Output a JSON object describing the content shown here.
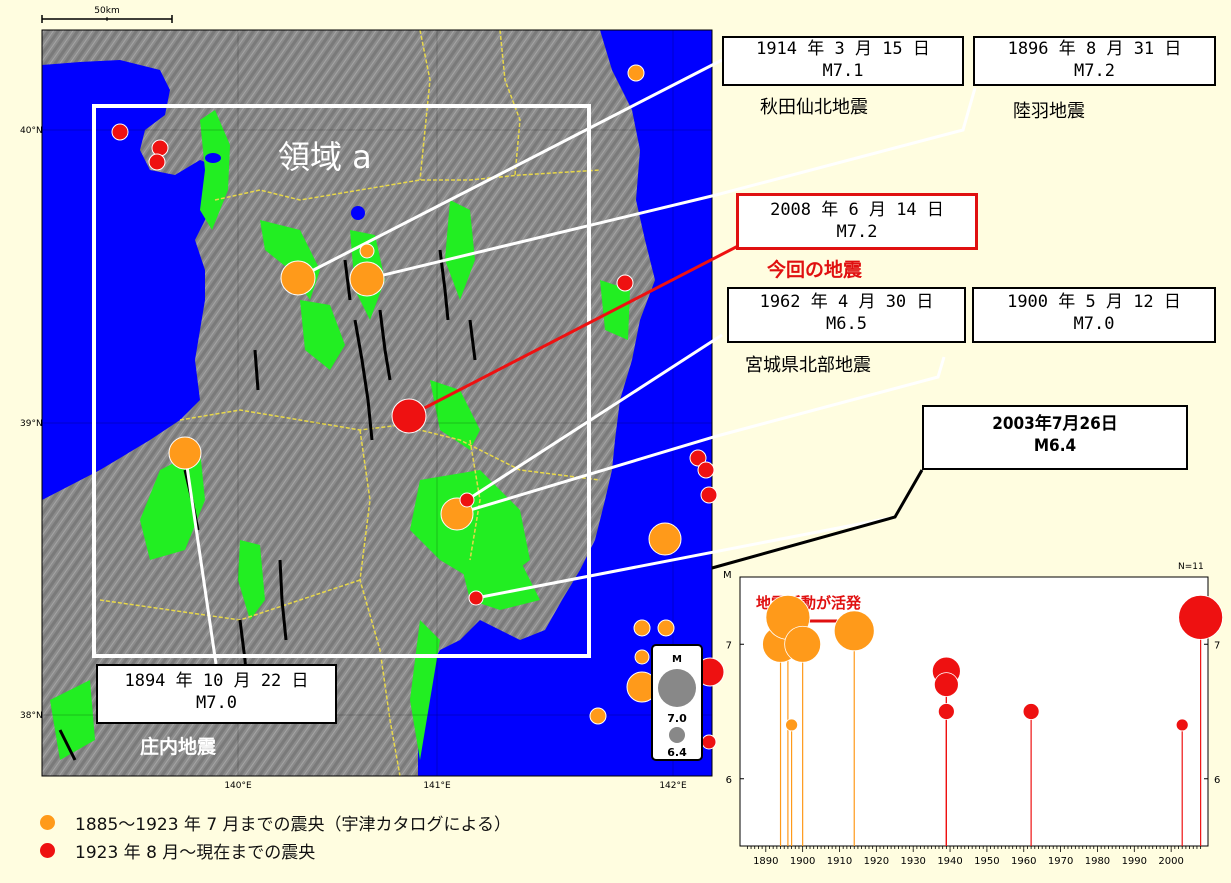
{
  "colors": {
    "background": "#fffde0",
    "sea": "#0000ff",
    "land": "#8e8e8e",
    "lowland": "#22ee22",
    "prefecture_border": "#e8d84a",
    "fault": "#000000",
    "pre1923": "#ff9a1a",
    "post1923": "#ee1111",
    "highlight_red": "#e01010",
    "region_box": "#ffffff"
  },
  "map": {
    "scale_label": "50km",
    "lat_labels": [
      "40°N",
      "39°N",
      "38°N"
    ],
    "lon_labels": [
      "140°E",
      "141°E",
      "142°E"
    ],
    "region_label": "領域 a",
    "size_legend": {
      "title": "M",
      "items": [
        {
          "label": "7.0",
          "magnitude": 7.0
        },
        {
          "label": "6.4",
          "magnitude": 6.4
        }
      ]
    }
  },
  "quakes": {
    "q1914": {
      "date": "1914 年 3 月 15 日",
      "magnitude": "M7.1",
      "name": "秋田仙北地震"
    },
    "q1896": {
      "date": "1896 年 8 月 31 日",
      "magnitude": "M7.2",
      "name": "陸羽地震"
    },
    "q2008": {
      "date": "2008 年 6 月 14 日",
      "magnitude": "M7.2",
      "name": "今回の地震"
    },
    "q1962": {
      "date": "1962 年 4 月 30 日",
      "magnitude": "M6.5",
      "name": "宮城県北部地震"
    },
    "q1900": {
      "date": "1900 年 5 月 12 日",
      "magnitude": "M7.0"
    },
    "q2003": {
      "date": "2003年7月26日",
      "magnitude": "M6.4"
    },
    "q1894": {
      "date": "1894 年 10 月 22 日",
      "magnitude": "M7.0",
      "name": "庄内地震"
    }
  },
  "legend": {
    "pre1923": "1885～1923 年 7 月までの震央（宇津カタログによる）",
    "post1923": "1923 年 8 月～現在までの震央"
  },
  "chart_data": {
    "type": "scatter",
    "title": "",
    "ylabel": "M",
    "count_label": "N=11",
    "annotation": "地震活動が活発",
    "annotation_range": [
      1892,
      1918
    ],
    "xlim": [
      1883,
      2010
    ],
    "ylim": [
      5.5,
      7.5
    ],
    "x_ticks": [
      1890,
      1900,
      1910,
      1920,
      1930,
      1940,
      1950,
      1960,
      1970,
      1980,
      1990,
      2000
    ],
    "y_ticks": [
      6,
      7
    ],
    "series": [
      {
        "color": "#ff9a1a",
        "points": [
          [
            1894,
            7.0
          ],
          [
            1896,
            7.2
          ],
          [
            1897,
            6.4
          ],
          [
            1900,
            7.0
          ],
          [
            1914,
            7.1
          ]
        ]
      },
      {
        "color": "#ee1111",
        "points": [
          [
            1939,
            6.8
          ],
          [
            1939,
            6.7
          ],
          [
            1939,
            6.5
          ],
          [
            1962,
            6.5
          ],
          [
            2003,
            6.4
          ],
          [
            2008,
            7.2
          ]
        ]
      }
    ]
  }
}
